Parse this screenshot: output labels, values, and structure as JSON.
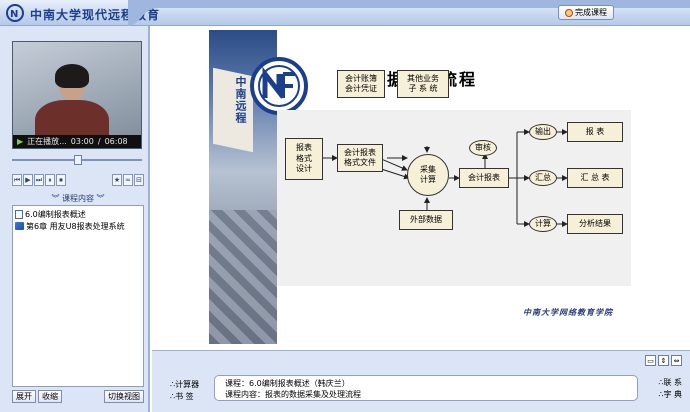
{
  "header": {
    "brand": "中南大学现代远程教育",
    "finish_button": "完成课程"
  },
  "player": {
    "status": "正在播放...",
    "time_current": "03:00",
    "time_separator": "/",
    "time_total": "06:08",
    "controls": [
      "⏮",
      "▶",
      "⏭",
      "⏸",
      "⏹"
    ],
    "right_controls": [
      "★",
      "∞",
      "⊟"
    ]
  },
  "course": {
    "section_title": "课程内容",
    "items": [
      {
        "label": "6.0编制报表概述",
        "icon": "document-icon"
      },
      {
        "label": "第6章 用友U8报表处理系统",
        "icon": "book-icon"
      }
    ],
    "buttons": {
      "expand": "展开",
      "collapse": "收缩",
      "switch_view": "切换视图"
    }
  },
  "slide": {
    "title": "数据处理流程",
    "banner": "中南远程",
    "footer": "中南大学网络教育学院",
    "nodes": {
      "report_format": "报表\n格式\n设计",
      "report_file": "会计报表\n格式文件",
      "ledger": "会计账簿\n会计凭证",
      "other_business": "其他业务\n子 系 统",
      "collect": "采集\n计算",
      "external": "外部数据",
      "audit": "审核",
      "report": "会计报表",
      "output": "输出",
      "summary": "汇总",
      "calc": "计算",
      "r_report": "报 表",
      "r_summary": "汇 总 表",
      "r_analysis": "分析结果"
    }
  },
  "bottom": {
    "links_left": [
      "计算器",
      "书  签"
    ],
    "links_right": [
      "联 系",
      "字 典"
    ],
    "info_course_label": "课程：",
    "info_course": "6.0编制报表概述（韩庆兰）",
    "info_content_label": "课程内容：",
    "info_content": "报表的数据采集及处理流程"
  }
}
